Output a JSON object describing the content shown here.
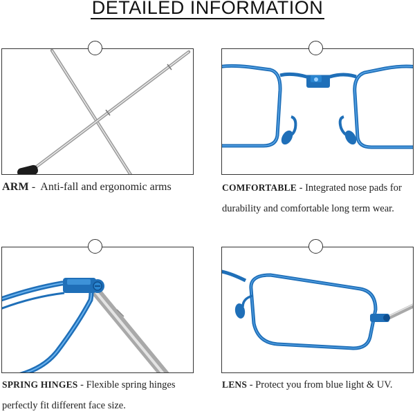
{
  "page": {
    "title": "DETAILED INFORMATION"
  },
  "panels": [
    {
      "key": "arm",
      "heading": "ARM",
      "separator": " -  ",
      "description": "Anti-fall and ergonomic arms"
    },
    {
      "key": "comfortable",
      "heading": "COMFORTABLE",
      "separator": " - ",
      "description": "Integrated nose pads for durability and comfortable long term wear."
    },
    {
      "key": "spring-hinges",
      "heading": "SPRING HINGES",
      "separator": " - ",
      "description": "Flexible spring hinges perfectly fit different face size."
    },
    {
      "key": "lens",
      "heading": "LENS",
      "separator": " - ",
      "description": "Protect you from blue light & UV."
    }
  ],
  "colors": {
    "frame_blue": "#1f6fb8",
    "frame_blue_dark": "#0f4f8f",
    "metal": "#c9c9c9",
    "tip_black": "#1c1c1c",
    "border": "#333333"
  }
}
